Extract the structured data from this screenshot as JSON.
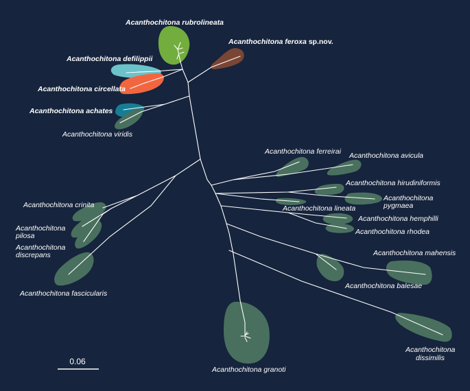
{
  "colors": {
    "background": "#16243d",
    "branch": "#ffffff",
    "default_blob": "#49705e",
    "rubrolineata": "#72ad3e",
    "feroxa": "#7a4534",
    "defilippii": "#6cc2c9",
    "circellata": "#f2663f",
    "achates": "#177d95"
  },
  "scale_bar": {
    "label": "0.06"
  },
  "taxa": {
    "rubrolineata": {
      "genus": "Acanthochitona",
      "epithet": "rubrolineata",
      "suffix": ""
    },
    "feroxa": {
      "genus": "Acanthochitona",
      "epithet": "feroxa",
      "suffix": "sp.nov."
    },
    "defilippii": {
      "genus": "Acanthochitona",
      "epithet": "defilippii",
      "suffix": ""
    },
    "circellata": {
      "genus": "Acanthochitona",
      "epithet": "circellata",
      "suffix": ""
    },
    "achates": {
      "genus": "Acanthochitona",
      "epithet": "achates",
      "suffix": ""
    },
    "viridis": {
      "name": "Acanthochitona viridis"
    },
    "ferreirai": {
      "name": "Acanthochitona ferreirai"
    },
    "avicula": {
      "name": "Acanthochitona avicula"
    },
    "hirudiniformis": {
      "name": "Acanthochitona hirudiniformis"
    },
    "lineata": {
      "name": "Acanthochitona lineata"
    },
    "pygmaea": {
      "line1": "Acanthochitona",
      "line2": "pygmaea"
    },
    "hemphilli": {
      "name": "Acanthochitona hemphilli"
    },
    "rhodea": {
      "name": "Acanthochitona rhodea"
    },
    "mahensis": {
      "name": "Acanthochitona mahensis"
    },
    "balesae": {
      "name": "Acanthochitona balesae"
    },
    "dissimilis": {
      "line1": "Acanthochitona",
      "line2": "dissimilis"
    },
    "granoti": {
      "name": "Acanthochitona granoti"
    },
    "crinita": {
      "name": "Acanthochitona crinita"
    },
    "pilosa": {
      "line1": "Acanthochitona",
      "line2": "pilosa"
    },
    "discrepans": {
      "line1": "Acanthochitona",
      "line2": "discrepans"
    },
    "fascicularis": {
      "name": "Acanthochitona fascicularis"
    }
  }
}
